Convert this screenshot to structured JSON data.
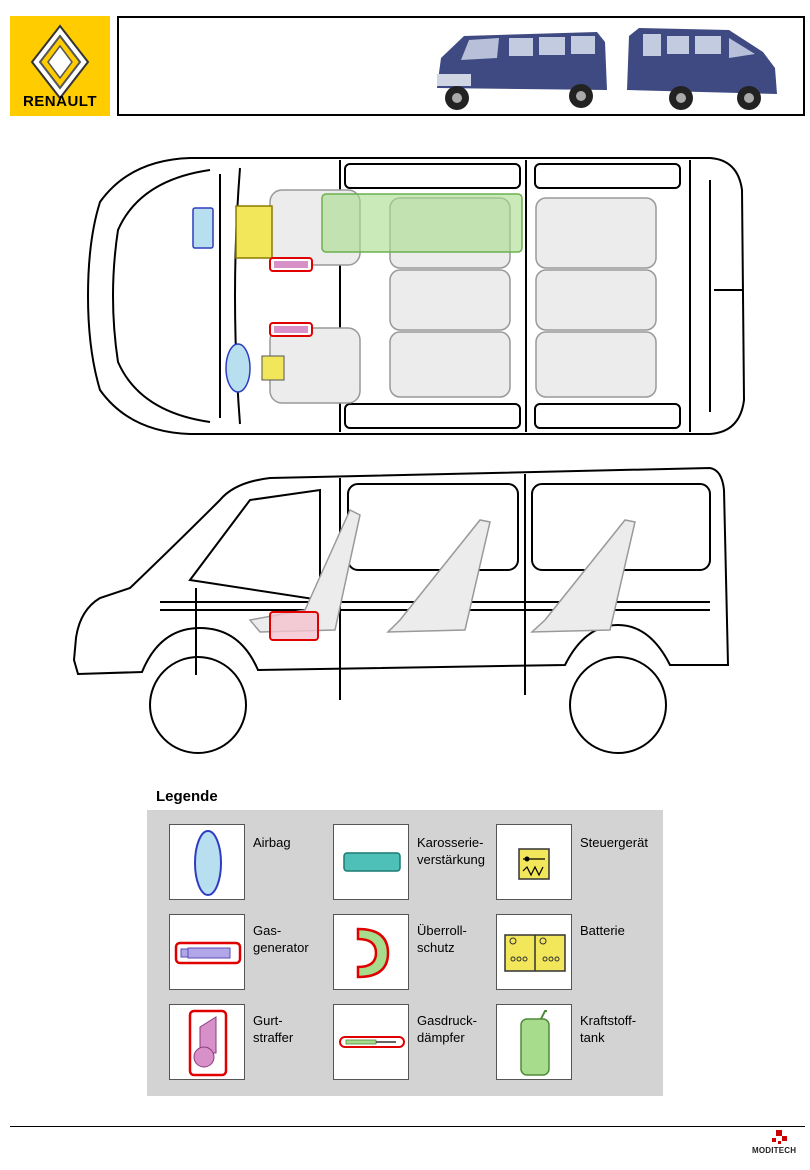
{
  "header": {
    "brand": "RENAULT",
    "brand_color": "#ffcc00"
  },
  "legend": {
    "title": "Legende",
    "items": [
      {
        "label": "Airbag",
        "icon": "airbag-icon",
        "color": "#b8dff0"
      },
      {
        "label": "Karosserie-\nverstärkung",
        "icon": "body-reinforcement-icon",
        "color": "#4fc0b8"
      },
      {
        "label": "Steuergerät",
        "icon": "control-unit-icon",
        "color": "#f2e65a"
      },
      {
        "label": "Gas-\ngenerator",
        "icon": "gas-generator-icon",
        "color": "#b0a6e8"
      },
      {
        "label": "Überroll-\nschutz",
        "icon": "rollover-protection-icon",
        "color": "#a6dc8c"
      },
      {
        "label": "Batterie",
        "icon": "battery-icon",
        "color": "#f2e65a"
      },
      {
        "label": "Gurt-\nstraffer",
        "icon": "belt-tensioner-icon",
        "color": "#d890c8"
      },
      {
        "label": "Gasdruck-\ndämpfer",
        "icon": "gas-strut-icon",
        "color": "#a6dc8c"
      },
      {
        "label": "Kraftstoff-\ntank",
        "icon": "fuel-tank-icon",
        "color": "#a6dc8c"
      }
    ]
  },
  "footer": {
    "brand": "MODITECH"
  }
}
